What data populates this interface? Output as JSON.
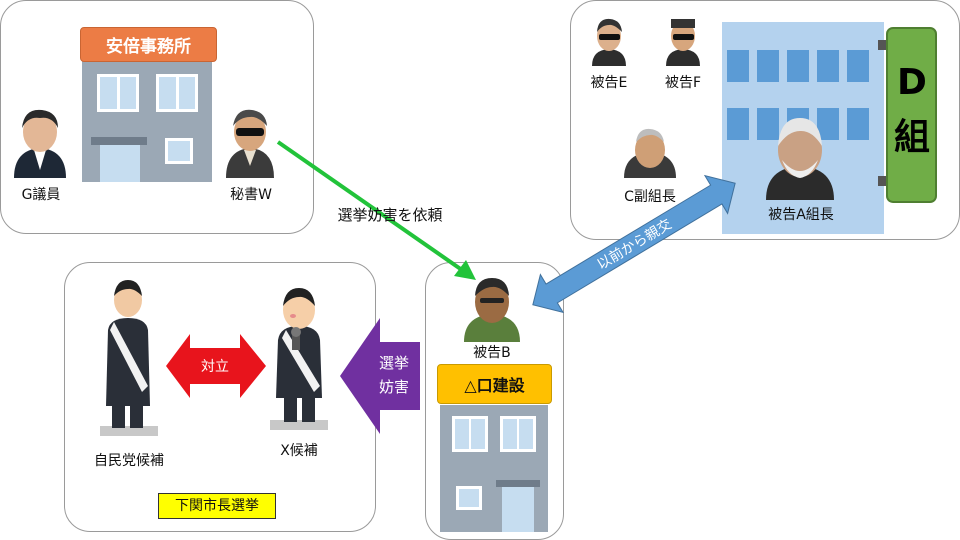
{
  "office": {
    "sign": "安倍事務所",
    "politician": "G議員",
    "secretary": "秘書W"
  },
  "gang": {
    "sign_letter": "D",
    "sign_word": "組",
    "defendant_e": "被告E",
    "defendant_f": "被告F",
    "vice_boss": "C副組長",
    "boss": "被告A組長"
  },
  "center": {
    "defendant_b": "被告B",
    "company_sign": "△口建設"
  },
  "election": {
    "ldp_candidate": "自民党候補",
    "x_candidate": "X候補",
    "title": "下関市長選挙"
  },
  "arrows": {
    "request": "選挙妨害を依頼",
    "friendship": "以前から親交",
    "conflict": "対立",
    "obstruct_1": "選挙",
    "obstruct_2": "妨害"
  },
  "colors": {
    "sign_orange": "#ec7c45",
    "gang_green": "#70ad47",
    "request_green": "#22c33a",
    "friend_blue": "#5b9bd5",
    "conflict_red": "#e8141c",
    "obstruct_purple": "#7030a0",
    "company_yellow": "#ffc000",
    "election_yellow": "#ffff00"
  }
}
